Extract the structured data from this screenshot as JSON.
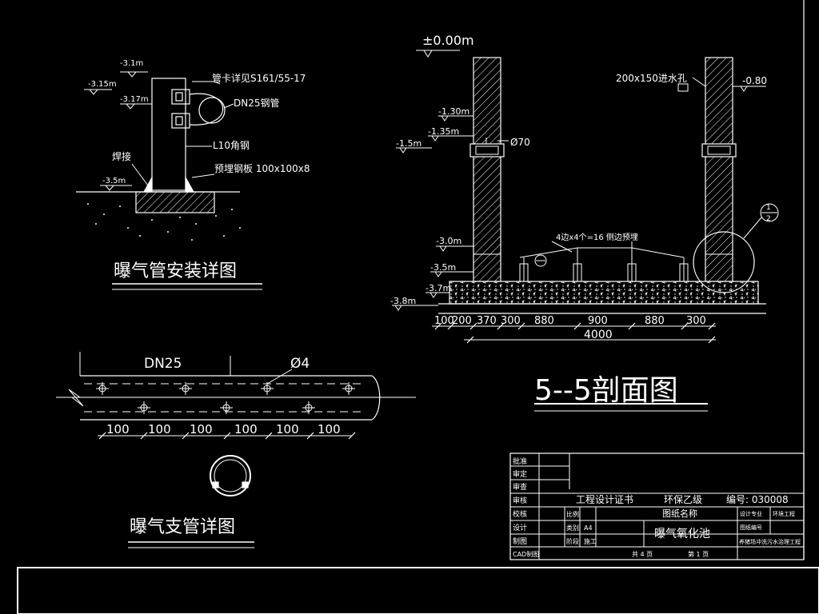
{
  "detail_mount": {
    "title": "曝气管安装详图",
    "elevations": [
      "-3.1m",
      "-3.15m",
      "-3.17m",
      "-3.5m"
    ],
    "labels": {
      "clamp": "管卡详见S161/55-17",
      "pipe": "DN25钢管",
      "angle": "L10角钢",
      "weld": "焊接",
      "plate": "预埋钢板 100x100x8"
    }
  },
  "detail_branch": {
    "title": "曝气支管详图",
    "pipe_label": "DN25",
    "hole_label": "Ø4",
    "spacings": [
      "100",
      "100",
      "100",
      "100",
      "100",
      "100"
    ]
  },
  "section": {
    "title": "5--5剖面图",
    "top_elevation": "±0.00m",
    "inlet_label": "200x150进水孔",
    "elevations_left": [
      "-1.30m",
      "-1.35m",
      "-1.5m",
      "-3.0m",
      "-3.5m",
      "-3.7m",
      "-3.8m"
    ],
    "elevation_right": "-0.80",
    "pipe_dia": "Ø70",
    "support_note": "4边x4个=16 侧边预埋",
    "callout_num": "1",
    "callout_den": "2",
    "dims": [
      "100",
      "200",
      "370",
      "300",
      "880",
      "900",
      "880",
      "300"
    ],
    "total_dim": "4000"
  },
  "title_block": {
    "roles": [
      "批准",
      "审定",
      "审查",
      "审核",
      "校核",
      "设计",
      "制图",
      "CAD制图"
    ],
    "cert": "工程设计证书",
    "grade": "环保乙级",
    "code": "编号: 030008",
    "drawing_name_label": "图纸名称",
    "drawing_name": "曝气氧化池",
    "scale_label": "比例",
    "type_label": "类别",
    "type_value": "A4",
    "stage_label": "阶段",
    "stage_value": "施工",
    "discipline_label": "设计专业",
    "discipline_value": "环境工程",
    "drawing_no_label": "图纸编号",
    "sheet_total": "共 4 页",
    "sheet_no": "第 1 页",
    "project": "养猪场冲洗污水治理工程"
  }
}
